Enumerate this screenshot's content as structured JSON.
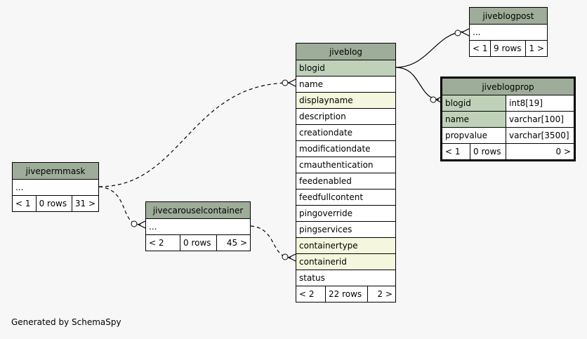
{
  "footer_text": "Generated by SchemaSpy",
  "tables": {
    "jiveblogpost": {
      "name": "jiveblogpost",
      "columns": [
        "..."
      ],
      "stats": [
        "< 1",
        "9 rows",
        "1 >"
      ]
    },
    "jiveblog": {
      "name": "jiveblog",
      "columns": [
        "blogid",
        "name",
        "displayname",
        "description",
        "creationdate",
        "modificationdate",
        "cmauthentication",
        "feedenabled",
        "feedfullcontent",
        "pingoverride",
        "pingservices",
        "containertype",
        "containerid",
        "status"
      ],
      "stats": [
        "< 2",
        "22 rows",
        "2 >"
      ]
    },
    "jiveblogprop": {
      "name": "jiveblogprop",
      "columns": [
        {
          "name": "blogid",
          "type": "int8[19]"
        },
        {
          "name": "name",
          "type": "varchar[100]"
        },
        {
          "name": "propvalue",
          "type": "varchar[3500]"
        }
      ],
      "stats": [
        "< 1",
        "0 rows",
        "0 >"
      ]
    },
    "jivepermmask": {
      "name": "jivepermmask",
      "columns": [
        "..."
      ],
      "stats": [
        "< 1",
        "0 rows",
        "31 >"
      ]
    },
    "jivecarouselcontainer": {
      "name": "jivecarouselcontainer",
      "columns": [
        "..."
      ],
      "stats": [
        "< 2",
        "0 rows",
        "45 >"
      ]
    }
  },
  "colors": {
    "header": "#9ead99",
    "primary_key": "#bfd1b9",
    "indexed": "#f4f7dd",
    "background": "#f7f7f7"
  }
}
